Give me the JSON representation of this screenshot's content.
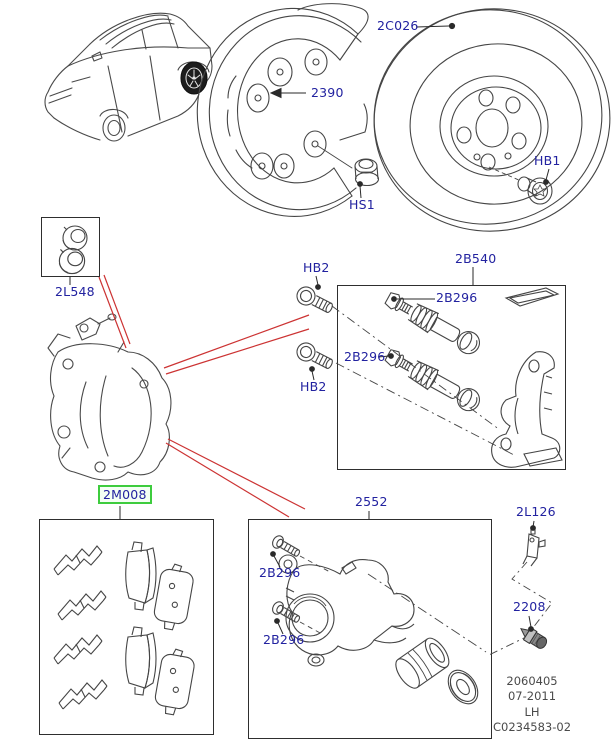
{
  "diagram": {
    "type": "exploded-parts-diagram",
    "subject": "rear-brake-assembly",
    "vehicle_thumbnail": "suv-front-three-quarter-view-rear-wheel-highlighted"
  },
  "colors": {
    "label_blue": "#2222a0",
    "highlight_green": "#3ecc3e",
    "highlight_fill": "#f4fff4",
    "reference_red": "#cc3333",
    "line_art": "#454545",
    "footer_gray": "#4a4a4a",
    "box_border": "#2e2e2e",
    "background": "#ffffff"
  },
  "callouts": {
    "disc": "2C026",
    "shield": "2390",
    "shield_nut": "HS1",
    "disc_screw": "HB1",
    "cap_kit": "2L548",
    "guide_bolt_top": "HB2",
    "guide_bolt_bottom": "HB2",
    "carrier_kit": "2B540",
    "carrier_pin_1": "2B296",
    "carrier_pin_2": "2B296",
    "pad_kit": "2M008",
    "caliper_kit": "2552",
    "caliper_bolt_1": "2B296",
    "caliper_bolt_2": "2B296",
    "bracket_clip": "2L126",
    "bleed_screw": "2208"
  },
  "highlighted_callout": "2M008",
  "footer": {
    "lines": [
      "2060405",
      "07-2011",
      "LH",
      "C0234583-02"
    ]
  }
}
